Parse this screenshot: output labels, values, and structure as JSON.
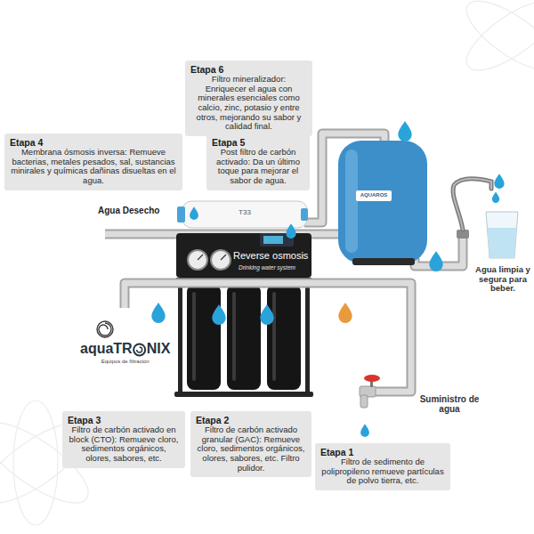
{
  "diagram": {
    "nodes": [
      {
        "text": [
          "Etapa 6",
          "Filtro mineralizador: Enriquecer el agua con minerales esenciales como calcio, zinc, potasio y entre otros, mejorando su sabor y calidad final."
        ]
      },
      {
        "text": [
          "Etapa 4",
          "Membrana ósmosis inversa: Remueve bacterias, metales pesados, sal, sustancias minirales y químicas dañinas disueltas en el agua."
        ]
      },
      {
        "text": [
          "Etapa 5",
          "Post filtro de carbón activado: Da un último toque para mejorar el sabor de agua."
        ]
      },
      {
        "text": [
          "Etapa 3",
          "Filtro de carbón activado en block (CTO): Remueve cloro, sedimentos orgánicos, olores, sabores, etc."
        ]
      },
      {
        "text": [
          "Etapa 2",
          "Filtro de carbón activado granular (GAC): Remueve cloro, sedimentos orgánicos, olores, sabores, etc. Filtro pulidor."
        ]
      },
      {
        "text": [
          "Etapa 1",
          "Filtro de sedimento de polipropileno remueve partículas de polvo tierra, etc."
        ]
      }
    ],
    "labels": [
      "Agua Desecho",
      "Agua limpia y segura para beber.",
      "Suministro de agua",
      "T33",
      "Reverse osmosis",
      "Drinking water system",
      "AQUAROS",
      "aquaTR",
      "NIX",
      "Equipos de filtración"
    ]
  }
}
